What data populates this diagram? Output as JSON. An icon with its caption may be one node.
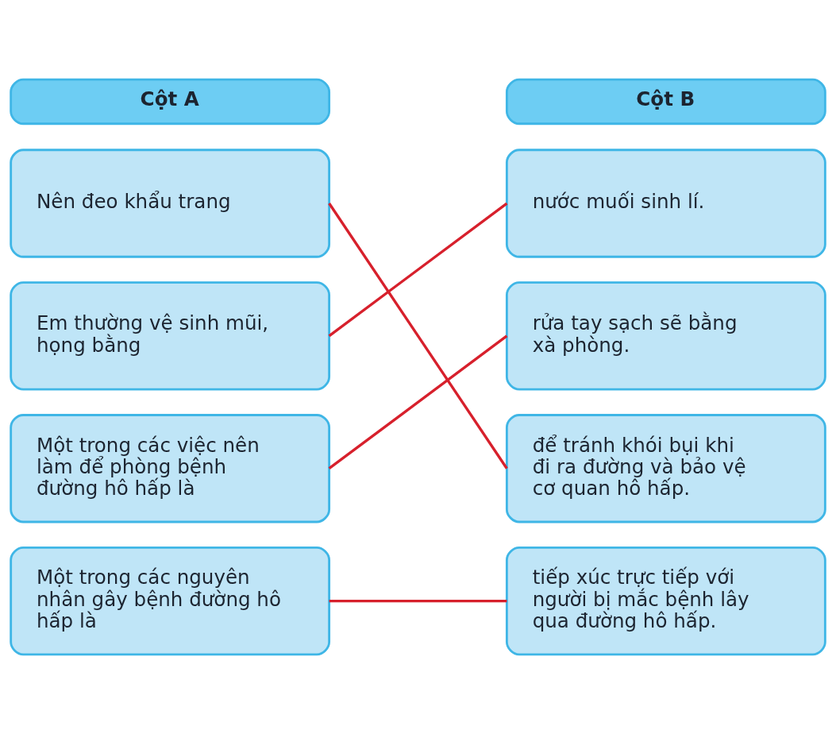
{
  "diagram": {
    "nodes": [
      {
        "text": [
          "Cột A"
        ]
      },
      {
        "text": [
          "Cột B"
        ]
      },
      {
        "text": [
          "Nên đeo khẩu trang"
        ]
      },
      {
        "text": [
          "nước muối sinh lí."
        ]
      },
      {
        "text": [
          "Em thường vệ sinh mũi, họng bằng"
        ]
      },
      {
        "text": [
          "rửa tay sạch sẽ bằng xà phòng."
        ]
      },
      {
        "text": [
          "Một trong các việc nên làm để phòng bệnh đường hô hấp là"
        ]
      },
      {
        "text": [
          "để tránh khói bụi khi đi ra đường và bảo vệ cơ quan hô hấp."
        ]
      },
      {
        "text": [
          "Một trong các nguyên nhân gây bệnh đường hô hấp là"
        ]
      },
      {
        "text": [
          "tiếp xúc trực tiếp với người bị mắc bệnh lây qua đường hô hấp."
        ]
      }
    ],
    "edges": [
      {
        "from": 2,
        "to": 7,
        "arrow": "none"
      },
      {
        "from": 4,
        "to": 3,
        "arrow": "none"
      },
      {
        "from": 6,
        "to": 5,
        "arrow": "none"
      },
      {
        "from": 8,
        "to": 9,
        "arrow": "none"
      }
    ]
  }
}
